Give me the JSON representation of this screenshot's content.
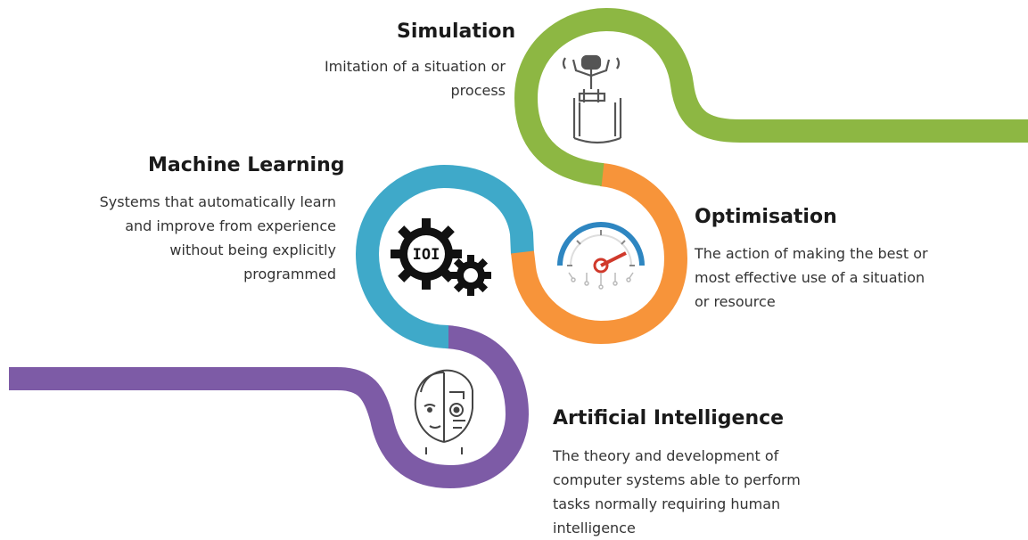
{
  "colors": {
    "simulation": "#8DB743",
    "optimisation": "#F7943A",
    "machine_learning": "#3FA9C9",
    "artificial_intelligence": "#7D5BA6"
  },
  "stages": {
    "simulation": {
      "title": "Simulation",
      "lines": [
        "Imitation of a situation or",
        "process"
      ],
      "icon": "vr-simulator-icon"
    },
    "machine_learning": {
      "title": "Machine Learning",
      "lines": [
        "Systems that automatically learn",
        "and improve from experience",
        "without being explicitly",
        "programmed"
      ],
      "icon": "gears-binary-icon"
    },
    "optimisation": {
      "title": "Optimisation",
      "lines": [
        "The action of making the best or",
        "most effective use of a situation",
        "or resource"
      ],
      "icon": "gauge-icon"
    },
    "artificial_intelligence": {
      "title": "Artificial Intelligence",
      "lines": [
        "The theory and development of",
        "computer systems able to perform",
        "tasks normally requiring human",
        "intelligence"
      ],
      "icon": "robot-face-icon"
    }
  }
}
